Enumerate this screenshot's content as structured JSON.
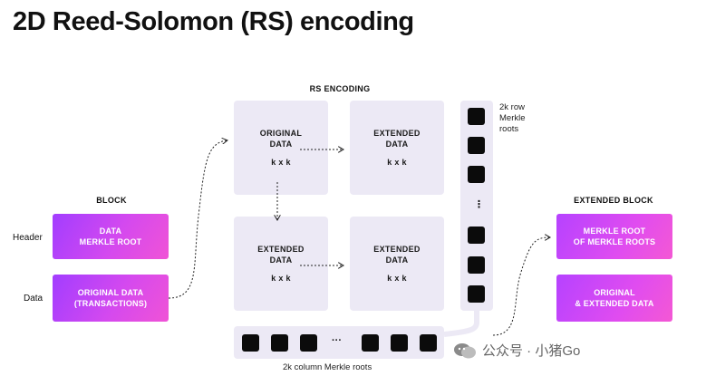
{
  "title": "2D Reed-Solomon (RS) encoding",
  "rs_encoding_label": "RS ENCODING",
  "block": {
    "label": "BLOCK",
    "header_label": "Header",
    "data_label": "Data",
    "header_box": [
      "DATA",
      "MERKLE ROOT"
    ],
    "data_box": [
      "ORIGINAL DATA",
      "(TRANSACTIONS)"
    ]
  },
  "matrix": {
    "top_left": {
      "line1": "ORIGINAL",
      "line2": "DATA",
      "dims": "k x k"
    },
    "top_right": {
      "line1": "EXTENDED",
      "line2": "DATA",
      "dims": "k x k"
    },
    "bottom_left": {
      "line1": "EXTENDED",
      "line2": "DATA",
      "dims": "k x k"
    },
    "bottom_right": {
      "line1": "EXTENDED",
      "line2": "DATA",
      "dims": "k x k"
    }
  },
  "row_roots": {
    "label": [
      "2k row",
      "Merkle",
      "roots"
    ],
    "ellipsis": "⋮"
  },
  "column_roots": {
    "label": "2k column Merkle roots",
    "ellipsis": "···"
  },
  "extended_block": {
    "label": "EXTENDED BLOCK",
    "root_box": [
      "MERKLE ROOT",
      "OF MERKLE ROOTS"
    ],
    "data_box": [
      "ORIGINAL",
      "& EXTENDED DATA"
    ]
  },
  "watermark": {
    "text": "公众号 · 小猪Go",
    "icon": "wechat-icon"
  }
}
